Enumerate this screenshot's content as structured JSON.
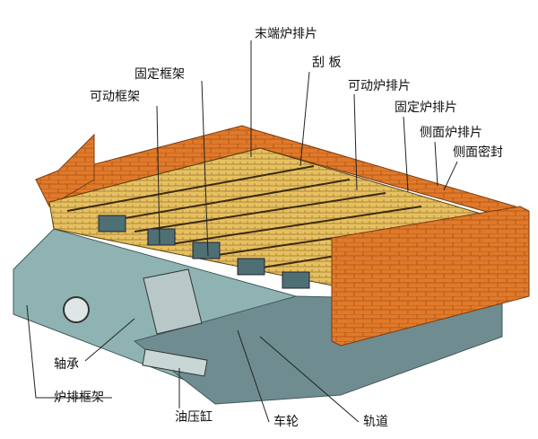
{
  "title": "篦冷机结构示意图",
  "colors": {
    "brick": "#e07a2a",
    "brick_dark": "#b2561a",
    "frame": "#8fb3b3",
    "frame_dark": "#4e6f73",
    "grate": "#e7c160",
    "grate_dark": "#7a5a20",
    "line": "#222222"
  },
  "labels": {
    "end_grate": "末端炉排片",
    "scraper": "刮 板",
    "fixed_frame": "固定框架",
    "movable_frame": "可动框架",
    "movable_grate": "可动炉排片",
    "fixed_grate": "固定炉排片",
    "side_grate": "侧面炉排片",
    "side_seal": "侧面密封",
    "bearing": "轴承",
    "grate_frame": "炉排框架",
    "hydraulic_cylinder": "油压缸",
    "wheel": "车轮",
    "track": "轨道"
  }
}
